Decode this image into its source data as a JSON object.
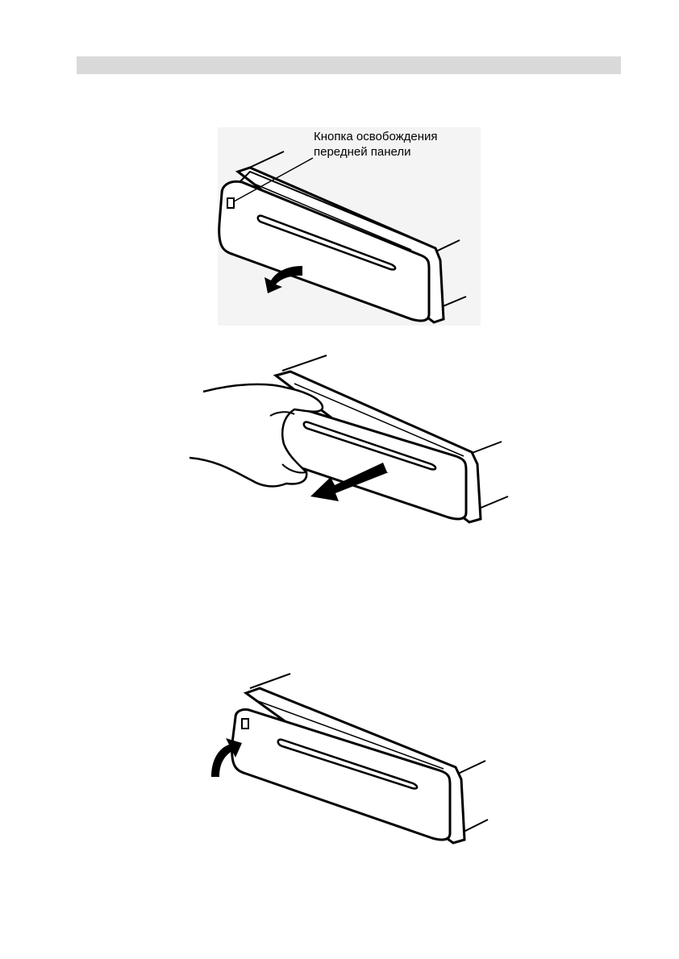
{
  "header": {
    "bar_color": "#d9d9d9"
  },
  "figures": [
    {
      "id": "fig1",
      "callout_lines": [
        "Кнопка освобождения",
        "передней панели"
      ]
    },
    {
      "id": "fig2"
    },
    {
      "id": "fig3"
    }
  ],
  "colors": {
    "line": "#000000",
    "panel_bg": "#f4f4f4",
    "page_bg": "#ffffff"
  },
  "icons": [
    "arrow-down-curved-icon",
    "arrow-pull-icon",
    "arrow-up-curved-icon",
    "hand-icon"
  ]
}
